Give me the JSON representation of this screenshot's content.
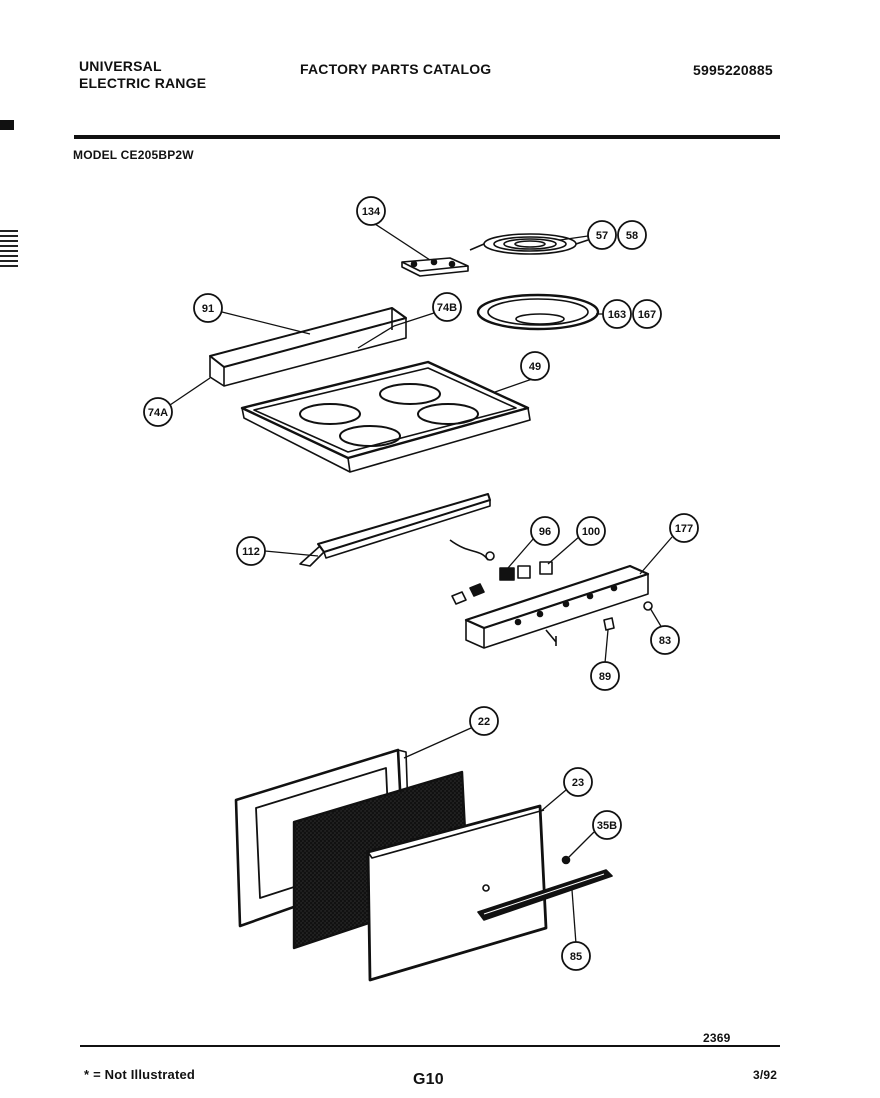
{
  "header": {
    "brand_line1": "UNIVERSAL",
    "brand_line2": "ELECTRIC RANGE",
    "catalog_title": "FACTORY PARTS CATALOG",
    "part_number": "5995220885",
    "model": "MODEL CE205BP2W"
  },
  "callouts": [
    "134",
    "57",
    "58",
    "91",
    "74B",
    "163",
    "167",
    "49",
    "74A",
    "112",
    "96",
    "100",
    "177",
    "83",
    "89",
    "22",
    "23",
    "35B",
    "85"
  ],
  "footer": {
    "drawing_number": "2369",
    "footnote": "* = Not Illustrated",
    "page_code": "G10",
    "date": "3/92"
  }
}
